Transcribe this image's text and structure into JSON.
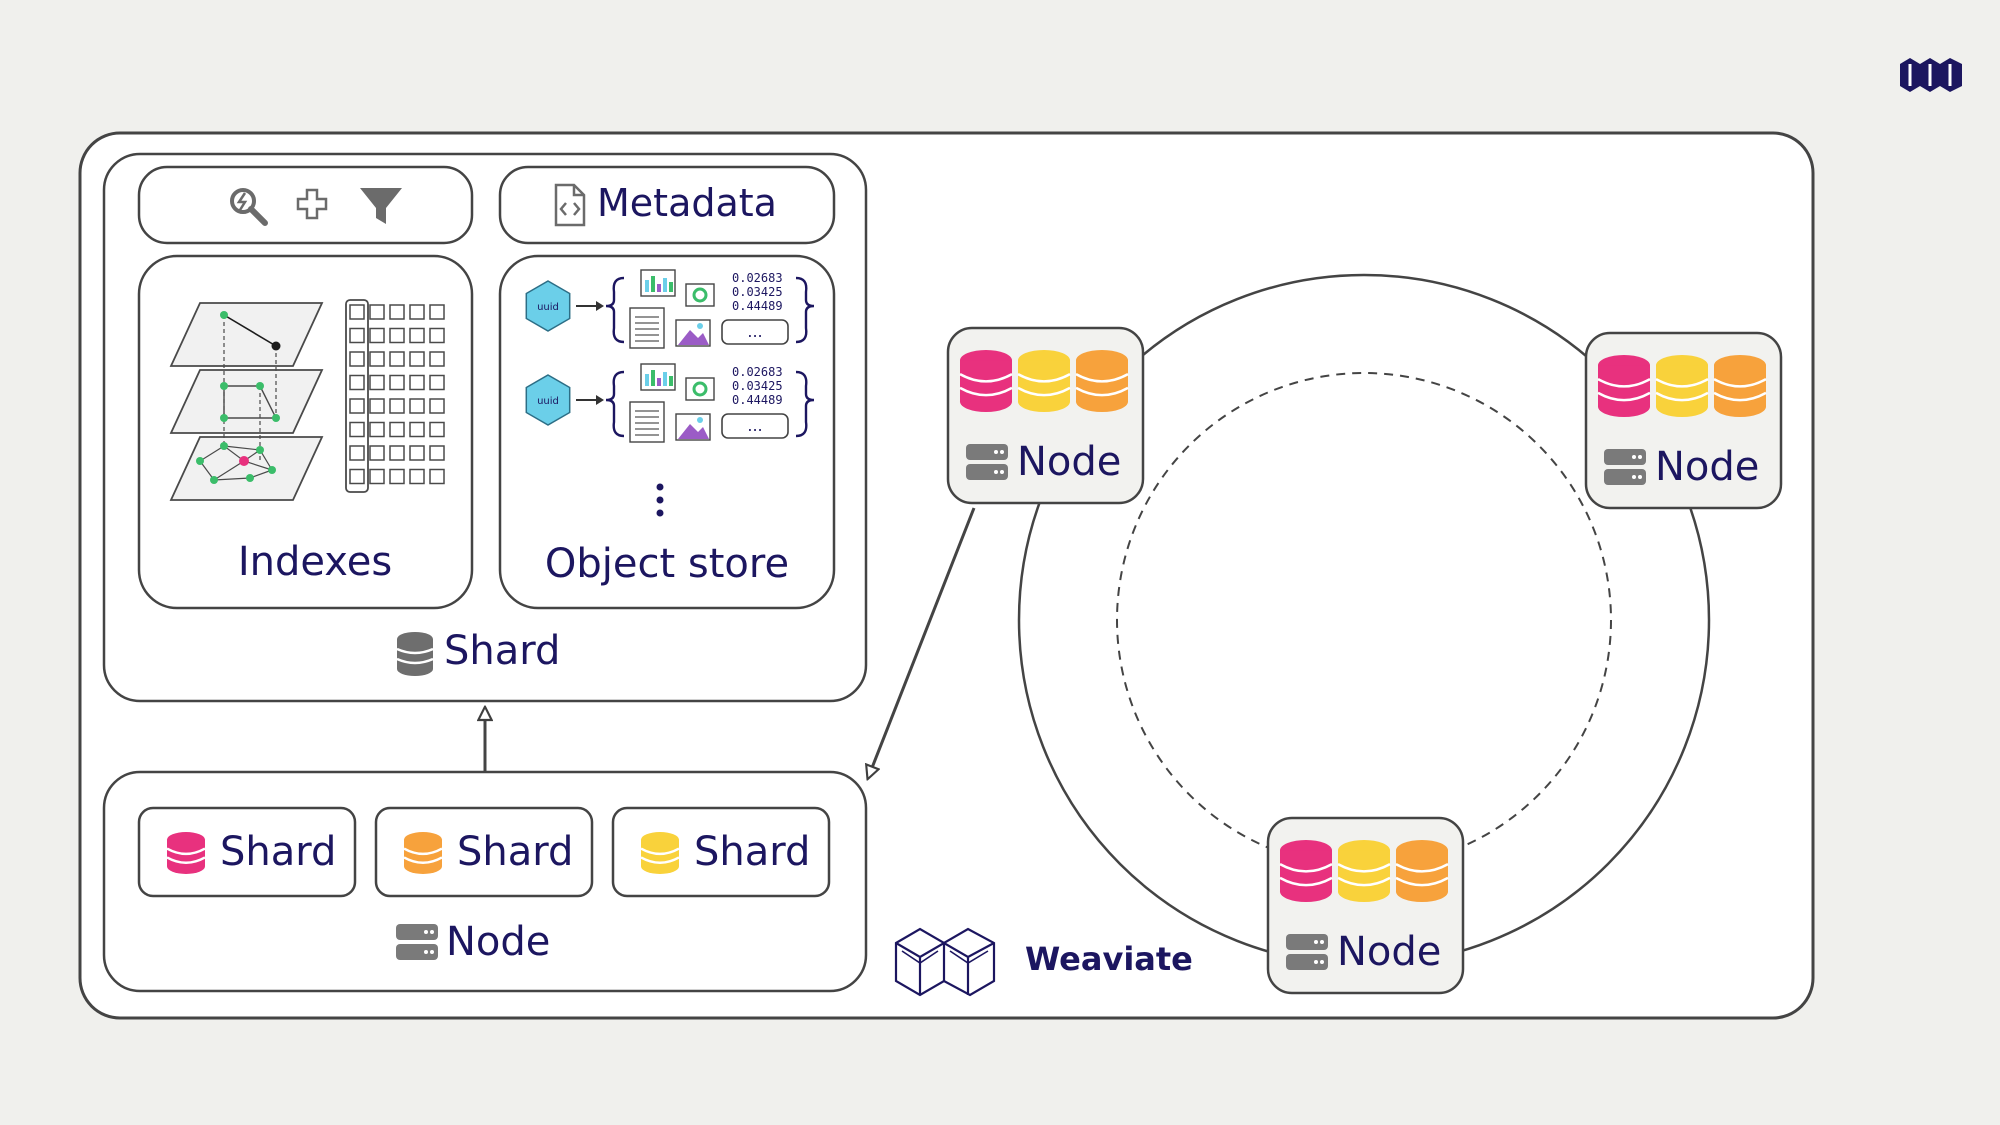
{
  "colors": {
    "background": "#f0f0ed",
    "text": "#1c1660",
    "outline": "#3f3f3f",
    "shard_pink": "#e8317e",
    "shard_yellow": "#f9d23b",
    "shard_orange": "#f7a23c",
    "server_grey": "#8a8a8a",
    "uuid_blue": "#6bcfe9",
    "node_fill": "#f2f2ef"
  },
  "icons": {
    "logo": "weaviate-logo-icon",
    "search": "vector-search-icon",
    "add": "plus-icon",
    "filter": "filter-icon",
    "metadata": "code-file-icon",
    "shard": "database-icon",
    "node": "server-icon",
    "uuid": "uuid-hexagon-icon"
  },
  "shard_detail": {
    "metadata_label": "Metadata",
    "indexes_label": "Indexes",
    "object_store_label": "Object store",
    "shard_label": "Shard",
    "objects": [
      {
        "uuid": "uuid",
        "vector": [
          "0.02683",
          "0.03425",
          "0.44489"
        ],
        "more": "..."
      },
      {
        "uuid": "uuid",
        "vector": [
          "0.02683",
          "0.03425",
          "0.44489"
        ],
        "more": "..."
      }
    ]
  },
  "node_detail": {
    "label": "Node",
    "shards": [
      {
        "label": "Shard",
        "color": "#e8317e"
      },
      {
        "label": "Shard",
        "color": "#f7a23c"
      },
      {
        "label": "Shard",
        "color": "#f9d23b"
      }
    ]
  },
  "brand": {
    "name": "Weaviate"
  },
  "cluster": {
    "nodes": [
      {
        "label": "Node"
      },
      {
        "label": "Node"
      },
      {
        "label": "Node"
      }
    ]
  }
}
